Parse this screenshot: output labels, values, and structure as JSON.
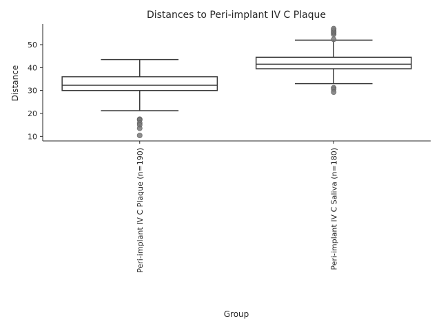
{
  "chart_data": {
    "type": "box",
    "title": "Distances to Peri-implant IV C Plaque",
    "xlabel": "Group",
    "ylabel": "Distance",
    "ylim": [
      8,
      59
    ],
    "yticks": [
      10,
      20,
      30,
      40,
      50
    ],
    "grid": false,
    "categories": [
      "Peri-implant IV C Plaque (n=190)",
      "Peri-implant IV C Saliva (n=180)"
    ],
    "boxes": [
      {
        "whisker_low": 21.2,
        "q1": 30.0,
        "median": 32.3,
        "q3": 36.0,
        "whisker_high": 43.5,
        "outliers": [
          17.5,
          17.2,
          15.8,
          15.0,
          13.5,
          10.4
        ]
      },
      {
        "whisker_low": 33.0,
        "q1": 39.5,
        "median": 41.5,
        "q3": 44.5,
        "whisker_high": 52.0,
        "outliers": [
          52.3,
          54.5,
          55.2,
          55.8,
          56.4,
          57.0,
          31.2,
          30.6,
          29.3
        ]
      }
    ]
  }
}
